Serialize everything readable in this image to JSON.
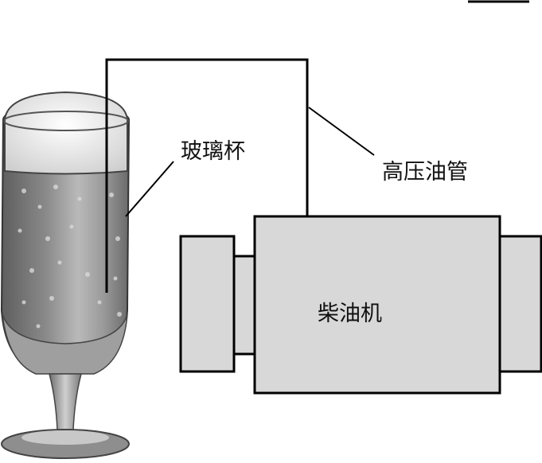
{
  "labels": {
    "glass": "玻璃杯",
    "pipe": "高压油管",
    "engine": "柴油机"
  },
  "colors": {
    "engine_fill": "#d8d8d8",
    "line": "#000000",
    "glass_liquid": "#7a7a7a",
    "glass_light": "#bfbfbf",
    "foam": "#f2f2f2"
  }
}
